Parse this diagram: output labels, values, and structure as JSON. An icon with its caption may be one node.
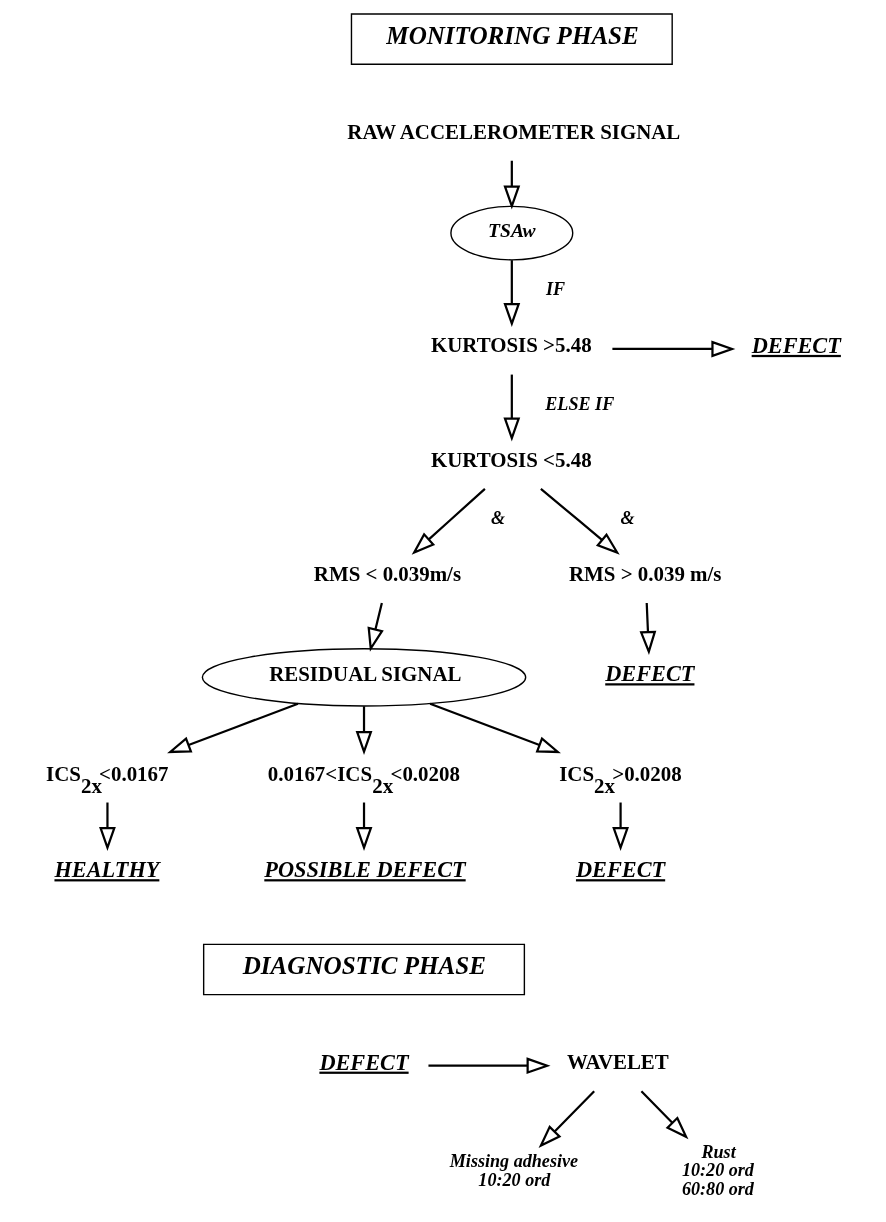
{
  "diagram": {
    "nodes": [
      {
        "text": [
          "MONITORING PHASE"
        ]
      },
      {
        "text": [
          "RAW ACCELEROMETER SIGNAL"
        ]
      },
      {
        "text": [
          "TSAw"
        ]
      },
      {
        "text": [
          "KURTOSIS >5.48"
        ]
      },
      {
        "text": [
          "DEFECT"
        ]
      },
      {
        "text": [
          "KURTOSIS <5.48"
        ]
      },
      {
        "text": [
          "RMS < 0.039m/s"
        ]
      },
      {
        "text": [
          "RMS > 0.039 m/s"
        ]
      },
      {
        "text": [
          "DEFECT"
        ]
      },
      {
        "text": [
          "RESIDUAL SIGNAL"
        ]
      },
      {
        "text": [
          "ICS$_{2x}$<0.0167"
        ]
      },
      {
        "text": [
          "0.0167<ICS$_{2x}$<0.0208"
        ]
      },
      {
        "text": [
          "ICS$_{2x}$>0.0208"
        ]
      },
      {
        "text": [
          "HEALTHY"
        ]
      },
      {
        "text": [
          "POSSIBLE DEFECT"
        ]
      },
      {
        "text": [
          "DEFECT"
        ]
      },
      {
        "text": [
          "DIAGNOSTIC PHASE"
        ]
      },
      {
        "text": [
          "DEFECT"
        ]
      },
      {
        "text": [
          "WAVELET"
        ]
      },
      {
        "text": [
          "Missing adhesive",
          "10:20 ord"
        ]
      },
      {
        "text": [
          "Rust",
          "10:20 ord",
          "60:80 ord"
        ]
      }
    ],
    "edges": [
      {
        "from": 1,
        "to": 2,
        "arrow": "to"
      },
      {
        "from": 2,
        "to": 3,
        "arrow": "to",
        "label": "IF"
      },
      {
        "from": 3,
        "to": 4,
        "arrow": "to"
      },
      {
        "from": 3,
        "to": 5,
        "arrow": "to",
        "label": "ELSE IF"
      },
      {
        "from": 5,
        "to": 6,
        "arrow": "to",
        "label": "&"
      },
      {
        "from": 5,
        "to": 7,
        "arrow": "to",
        "label": "&"
      },
      {
        "from": 7,
        "to": 8,
        "arrow": "to"
      },
      {
        "from": 6,
        "to": 9,
        "arrow": "to"
      },
      {
        "from": 9,
        "to": 10,
        "arrow": "to"
      },
      {
        "from": 9,
        "to": 11,
        "arrow": "to"
      },
      {
        "from": 9,
        "to": 12,
        "arrow": "to"
      },
      {
        "from": 10,
        "to": 13,
        "arrow": "to"
      },
      {
        "from": 11,
        "to": 14,
        "arrow": "to"
      },
      {
        "from": 12,
        "to": 15,
        "arrow": "to"
      },
      {
        "from": 17,
        "to": 18,
        "arrow": "to"
      },
      {
        "from": 18,
        "to": 19,
        "arrow": "to"
      },
      {
        "from": 18,
        "to": 20,
        "arrow": "to"
      }
    ]
  }
}
